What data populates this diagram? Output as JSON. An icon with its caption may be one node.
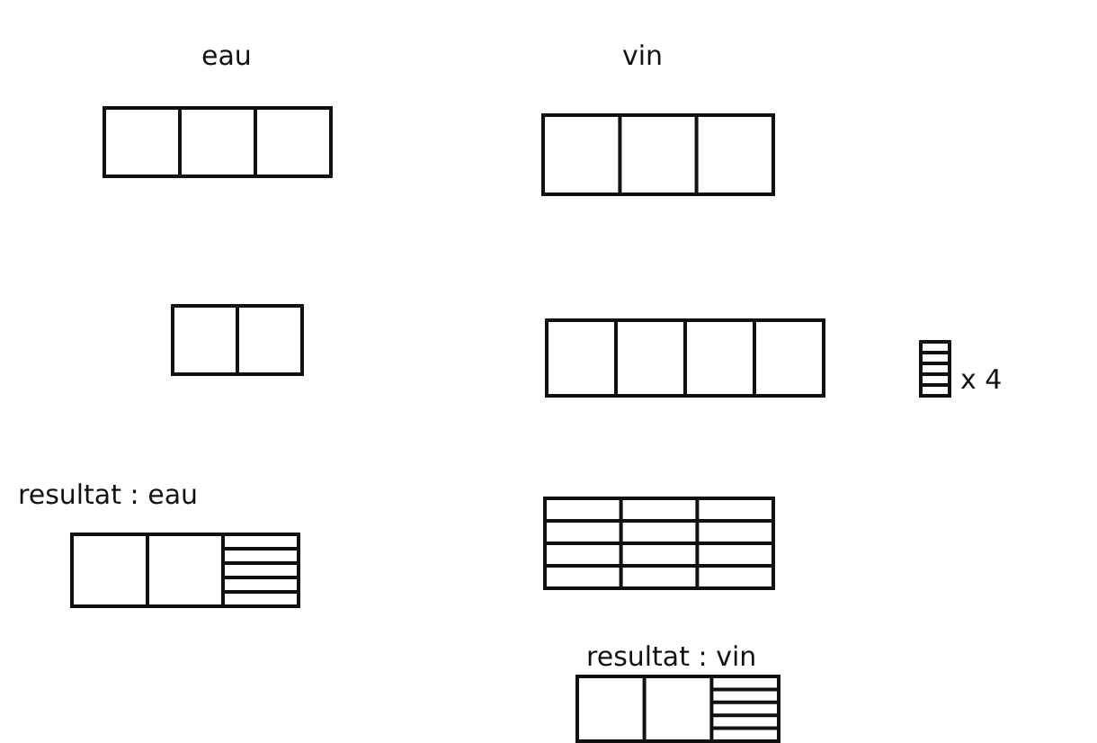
{
  "diagram": {
    "labels": [
      "eau",
      "vin",
      "x 4",
      "resultat : eau",
      "resultat : vin"
    ]
  }
}
